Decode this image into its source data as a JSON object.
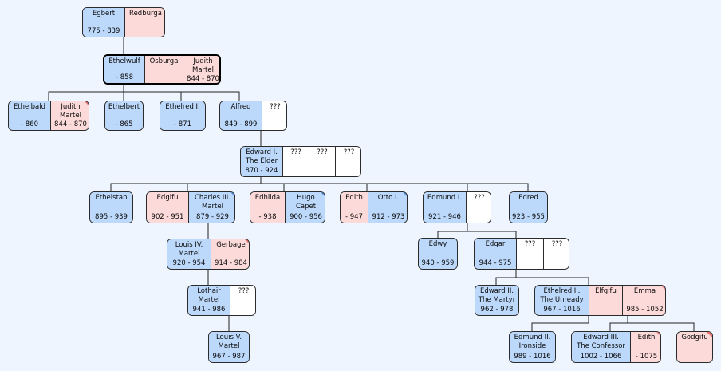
{
  "boxes": [
    {
      "id": "b1",
      "cells": [
        {
          "sex": "m",
          "name": "Egbert",
          "dates": "775 - 839"
        },
        {
          "sex": "f",
          "name": "Redburga",
          "dates": ""
        }
      ]
    },
    {
      "id": "b2",
      "selected": true,
      "cells": [
        {
          "sex": "m",
          "name": "Ethelwulf",
          "dates": "- 858"
        },
        {
          "sex": "f",
          "name": "Osburga",
          "dates": ""
        },
        {
          "sex": "f",
          "name": "Judith\nMartel",
          "dates": "844 - 870",
          "tag": true
        }
      ]
    },
    {
      "id": "b3",
      "cells": [
        {
          "sex": "m",
          "name": "Ethelbald",
          "dates": "- 860"
        },
        {
          "sex": "f",
          "name": "Judith\nMartel",
          "dates": "844 - 870",
          "tag": true
        }
      ]
    },
    {
      "id": "b4",
      "cells": [
        {
          "sex": "m",
          "name": "Ethelbert",
          "dates": "- 865"
        }
      ]
    },
    {
      "id": "b5",
      "cells": [
        {
          "sex": "m",
          "name": "Ethelred I.",
          "dates": "- 871"
        }
      ]
    },
    {
      "id": "b6",
      "cells": [
        {
          "sex": "m",
          "name": "Alfred",
          "dates": "849 - 899"
        },
        {
          "sex": "u",
          "name": "???",
          "dates": ""
        }
      ]
    },
    {
      "id": "b7",
      "cells": [
        {
          "sex": "m",
          "name": "Edward I.\nThe Elder",
          "dates": "870 - 924"
        },
        {
          "sex": "u",
          "name": "???",
          "dates": ""
        },
        {
          "sex": "u",
          "name": "???",
          "dates": ""
        },
        {
          "sex": "u",
          "name": "???",
          "dates": ""
        }
      ]
    },
    {
      "id": "b8",
      "cells": [
        {
          "sex": "m",
          "name": "Ethelstan",
          "dates": "895 - 939"
        }
      ]
    },
    {
      "id": "b9",
      "cells": [
        {
          "sex": "f",
          "name": "Edgifu",
          "dates": "902 - 951"
        },
        {
          "sex": "m",
          "name": "Charles III.\nMartel",
          "dates": "879 - 929",
          "tag": true
        }
      ]
    },
    {
      "id": "b10",
      "cells": [
        {
          "sex": "f",
          "name": "Edhilda",
          "dates": "- 938"
        },
        {
          "sex": "m",
          "name": "Hugo\nCapet",
          "dates": "900 - 956",
          "tag": true
        }
      ]
    },
    {
      "id": "b11",
      "cells": [
        {
          "sex": "f",
          "name": "Edith",
          "dates": "- 947"
        },
        {
          "sex": "m",
          "name": "Otto I.",
          "dates": "912 - 973",
          "tag": true
        }
      ]
    },
    {
      "id": "b12",
      "cells": [
        {
          "sex": "m",
          "name": "Edmund I.",
          "dates": "921 - 946"
        },
        {
          "sex": "u",
          "name": "???",
          "dates": ""
        }
      ]
    },
    {
      "id": "b13",
      "cells": [
        {
          "sex": "m",
          "name": "Edred",
          "dates": "923 - 955"
        }
      ]
    },
    {
      "id": "b14",
      "cells": [
        {
          "sex": "m",
          "name": "Louis IV.\nMartel",
          "dates": "920 - 954"
        },
        {
          "sex": "f",
          "name": "Gerbage",
          "dates": "914 - 984",
          "tag": true
        }
      ]
    },
    {
      "id": "b15",
      "cells": [
        {
          "sex": "m",
          "name": "Edwy",
          "dates": "940 - 959"
        }
      ]
    },
    {
      "id": "b16",
      "cells": [
        {
          "sex": "m",
          "name": "Edgar",
          "dates": "944 - 975"
        },
        {
          "sex": "u",
          "name": "???",
          "dates": ""
        },
        {
          "sex": "u",
          "name": "???",
          "dates": ""
        }
      ]
    },
    {
      "id": "b17",
      "cells": [
        {
          "sex": "m",
          "name": "Lothair\nMartel",
          "dates": "941 - 986"
        },
        {
          "sex": "u",
          "name": "???",
          "dates": ""
        }
      ]
    },
    {
      "id": "b18",
      "cells": [
        {
          "sex": "m",
          "name": "Edward II.\nThe Martyr",
          "dates": "962 - 978"
        }
      ]
    },
    {
      "id": "b19",
      "cells": [
        {
          "sex": "m",
          "name": "Ethelred II.\nThe Unready",
          "dates": "967 - 1016"
        },
        {
          "sex": "f",
          "name": "Elfgifu",
          "dates": ""
        },
        {
          "sex": "f",
          "name": "Emma",
          "dates": "985 - 1052",
          "tag": true
        }
      ]
    },
    {
      "id": "b20",
      "cells": [
        {
          "sex": "m",
          "name": "Louis V.\nMartel",
          "dates": "967 - 987"
        }
      ]
    },
    {
      "id": "b21",
      "cells": [
        {
          "sex": "m",
          "name": "Edmund II.\nIronside",
          "dates": "989 - 1016"
        }
      ]
    },
    {
      "id": "b22",
      "cells": [
        {
          "sex": "m",
          "name": "Edward III.\nThe Confessor",
          "dates": "1002 - 1066"
        },
        {
          "sex": "f",
          "name": "Edith",
          "dates": "- 1075",
          "tag": true
        }
      ]
    },
    {
      "id": "b23",
      "cells": [
        {
          "sex": "f",
          "name": "Godgifu",
          "dates": "",
          "tag": true
        }
      ]
    }
  ]
}
